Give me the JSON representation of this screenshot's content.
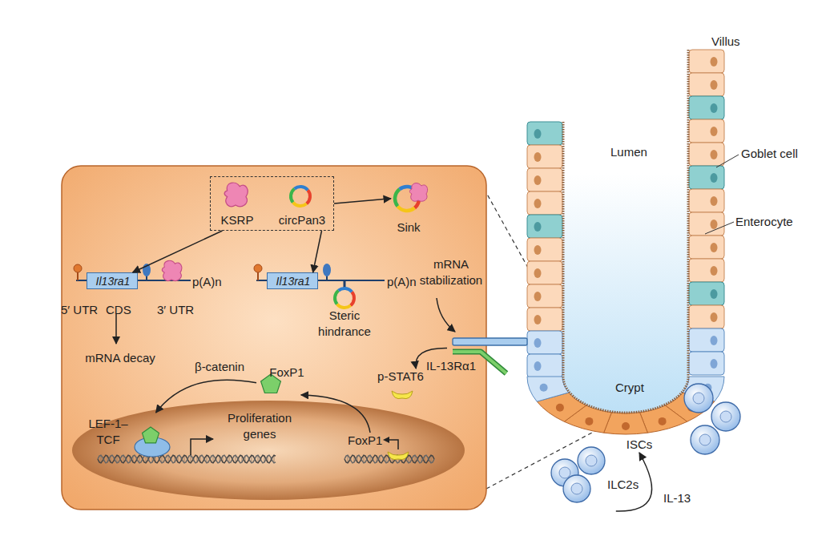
{
  "diagram": {
    "nodes": [
      {
        "text": [
          "KSRP",
          "circPan3"
        ]
      },
      {
        "text": [
          "Sink"
        ]
      },
      {
        "text": [
          "Il13ra1"
        ]
      },
      {
        "text": [
          "Il13ra1"
        ]
      },
      {
        "text": [
          "IL-13Rα1"
        ]
      },
      {
        "text": [
          "p-STAT6"
        ]
      },
      {
        "text": [
          "FoxP1"
        ]
      },
      {
        "text": [
          "LEF-1–TCF"
        ]
      },
      {
        "text": [
          "FoxP1"
        ]
      },
      {
        "text": [
          "ISCs"
        ]
      },
      {
        "text": [
          "ILC2s"
        ]
      }
    ],
    "edges": [
      {
        "from": 0,
        "to": 1,
        "arrow": "to"
      },
      {
        "from": 0,
        "to": 2,
        "arrow": "to"
      },
      {
        "from": 0,
        "to": 3,
        "arrow": "to"
      },
      {
        "from": 4,
        "to": 5,
        "arrow": "to"
      },
      {
        "from": 8,
        "to": 6,
        "arrow": "to"
      },
      {
        "from": 6,
        "to": 7,
        "arrow": "to"
      },
      {
        "from": 10,
        "to": 9,
        "label": "IL-13",
        "arrow": "to"
      }
    ],
    "labels": [
      "p(A)n",
      "5′ UTR",
      "CDS",
      "3′ UTR",
      "mRNA decay",
      "p(A)n",
      "Steric hindrance",
      "mRNA stabilization",
      "β-catenin",
      "Proliferation genes",
      "Villus",
      "Lumen",
      "Goblet cell",
      "Enterocyte",
      "Crypt"
    ]
  }
}
